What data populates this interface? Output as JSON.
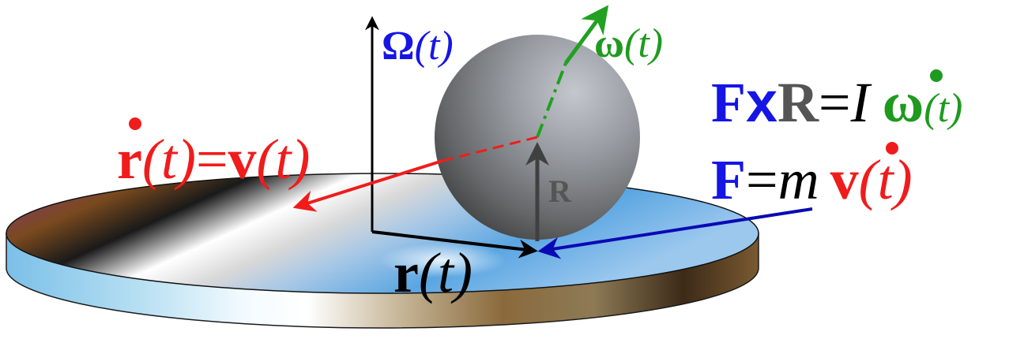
{
  "labels": {
    "omega_cap": "Ω",
    "t_arg": "(t)",
    "omega_small": "ω",
    "r_vec": "r",
    "equals": "=",
    "v_vec": "v",
    "R_vec": "R",
    "F_vec": "F",
    "cross_x": "x",
    "inertia_I": "I",
    "mass_m": "m"
  },
  "colors": {
    "blue": "#1515e6",
    "green": "#1f9a1f",
    "red": "#f01c1c",
    "black": "#000000",
    "gray": "#5a5a5a",
    "navy_arrow": "#0a0ab4",
    "red_arrow": "#f01c1c",
    "green_arrow": "#21a021"
  }
}
